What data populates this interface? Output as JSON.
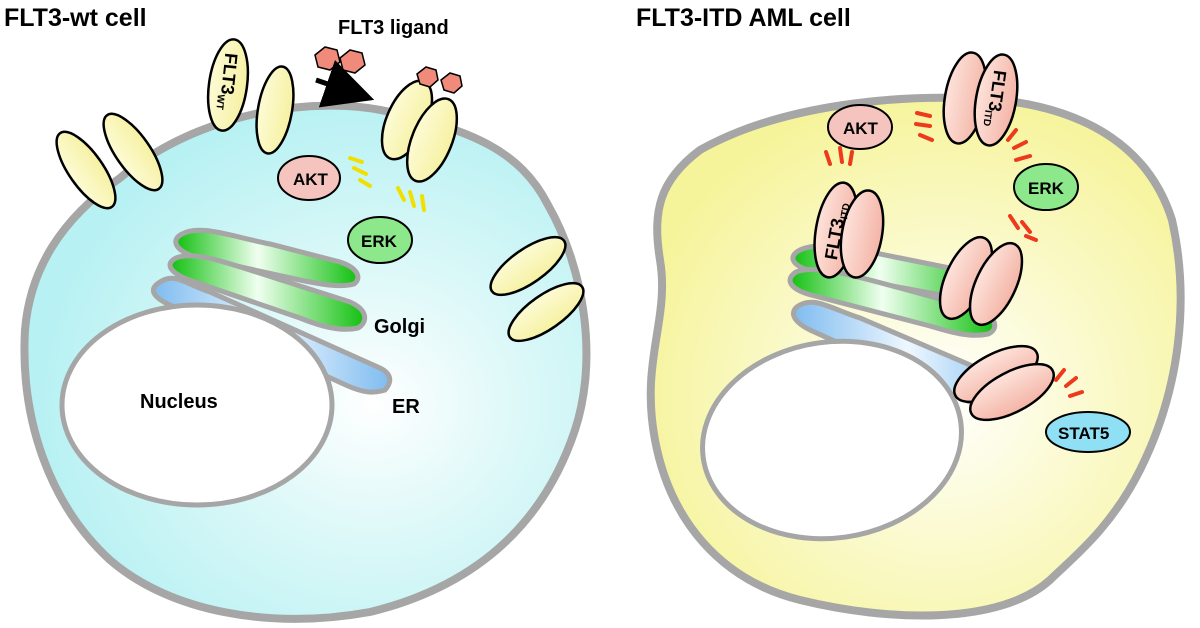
{
  "panels": {
    "left": {
      "title": "FLT3-wt cell",
      "ligand_label": "FLT3 ligand",
      "receptor_label": "FLT3",
      "receptor_sup": "WT",
      "akt": "AKT",
      "erk": "ERK",
      "golgi": "Golgi",
      "nucleus": "Nucleus",
      "er": "ER"
    },
    "right": {
      "title": "FLT3-ITD AML cell",
      "receptor_label": "FLT3",
      "receptor_sup": "ITD",
      "akt": "AKT",
      "erk": "ERK",
      "stat5": "STAT5"
    }
  },
  "colors": {
    "wt_cytoplasm": "#bff3f4",
    "itd_cytoplasm": "#f9f7a6",
    "membrane": "#a6a6a6",
    "receptor_wt": "#fbf8c0",
    "receptor_itd": "#f7c8bd",
    "ligand": "#f08a7a",
    "akt": "#f6c4be",
    "erk": "#8ce88a",
    "stat5": "#8fe0f5",
    "golgi": "#1fc81e",
    "er": "#8ec6f3",
    "signal_wt": "#f0e000",
    "signal_itd": "#ee3a1c"
  }
}
